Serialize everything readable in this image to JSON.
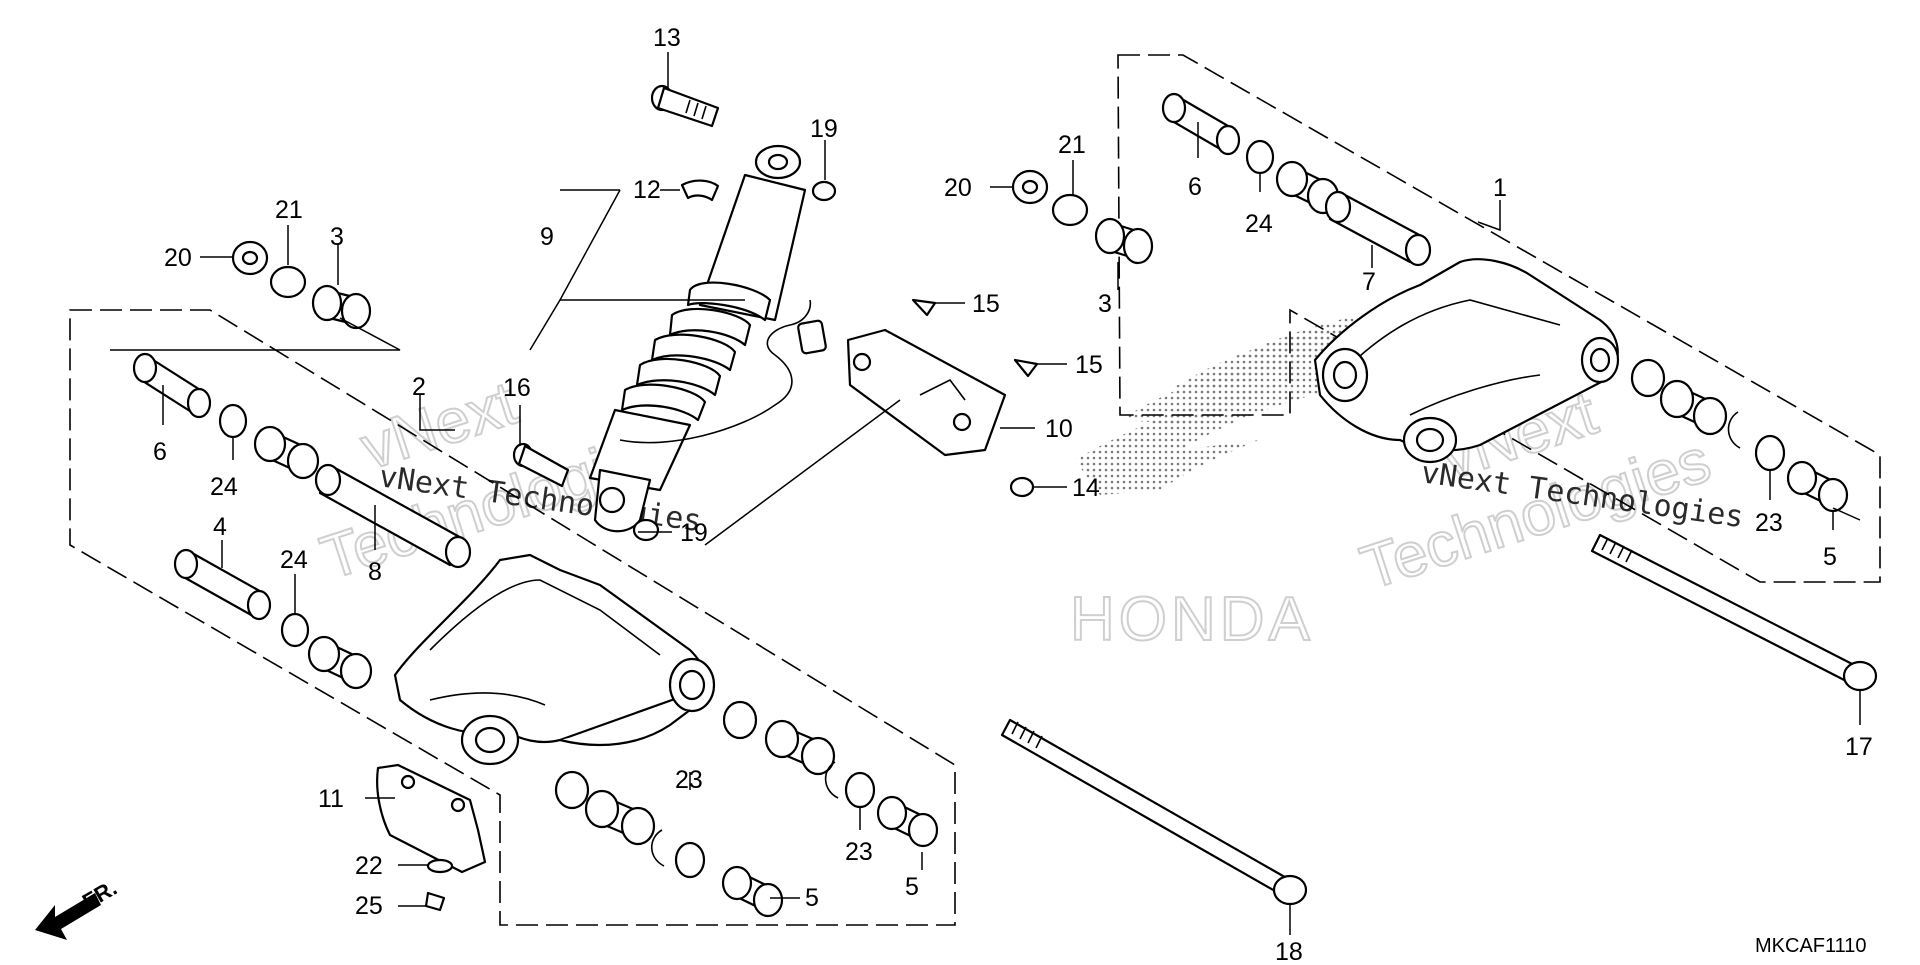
{
  "diagram_code": "MKCAF1110",
  "direction_label": "FR.",
  "watermark": {
    "line": "vNext Technologies",
    "big_top": "vNext",
    "big_bottom": "Technologies",
    "brand": "HONDA"
  },
  "callouts": {
    "c1": "1",
    "c2": "2",
    "c3a": "3",
    "c3b": "3",
    "c4": "4",
    "c5a": "5",
    "c5b": "5",
    "c5c": "5",
    "c6a": "6",
    "c6b": "6",
    "c7": "7",
    "c8": "8",
    "c9": "9",
    "c10": "10",
    "c11": "11",
    "c12": "12",
    "c13": "13",
    "c14": "14",
    "c15a": "15",
    "c15b": "15",
    "c16": "16",
    "c17": "17",
    "c18": "18",
    "c19a": "19",
    "c19b": "19",
    "c20a": "20",
    "c20b": "20",
    "c21a": "21",
    "c21b": "21",
    "c22": "22",
    "c23a": "23",
    "c23b": "23",
    "c23c": "23",
    "c24a": "24",
    "c24b": "24",
    "c24c": "24",
    "c25": "25"
  }
}
